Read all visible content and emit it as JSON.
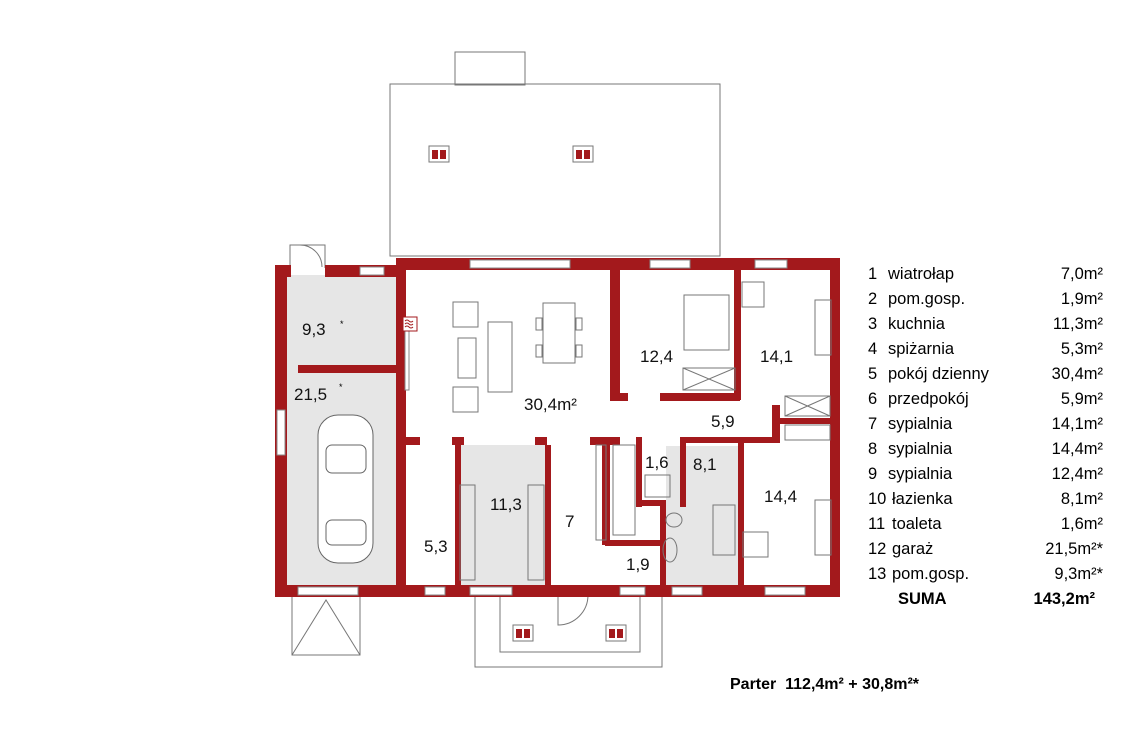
{
  "plan": {
    "rooms": {
      "pom_gosp_garage": "9,3",
      "garage": "21,5",
      "living": "30,4m²",
      "bedroom_12": "12,4",
      "bedroom_14_1": "14,1",
      "hall": "5,9",
      "toilet": "1,6",
      "bath": "8,1",
      "bedroom_14_4": "14,4",
      "pantry": "5,3",
      "kitchen": "11,3",
      "vestibule": "7",
      "utility": "1,9"
    },
    "unheated_mark": "*"
  },
  "legend": {
    "items": [
      {
        "num": "1",
        "name": "wiatrołap",
        "area": "7,0m²"
      },
      {
        "num": "2",
        "name": "pom.gosp.",
        "area": "1,9m²"
      },
      {
        "num": "3",
        "name": "kuchnia",
        "area": "11,3m²"
      },
      {
        "num": "4",
        "name": "spiżarnia",
        "area": "5,3m²"
      },
      {
        "num": "5",
        "name": "pokój dzienny",
        "area": "30,4m²"
      },
      {
        "num": "6",
        "name": "przedpokój",
        "area": "5,9m²"
      },
      {
        "num": "7",
        "name": "sypialnia",
        "area": "14,1m²"
      },
      {
        "num": "8",
        "name": "sypialnia",
        "area": "14,4m²"
      },
      {
        "num": "9",
        "name": "sypialnia",
        "area": "12,4m²"
      },
      {
        "num": "10",
        "name": "łazienka",
        "area": "8,1m²"
      },
      {
        "num": "11",
        "name": "toaleta",
        "area": "1,6m²"
      },
      {
        "num": "12",
        "name": "garaż",
        "area": "21,5m²*"
      },
      {
        "num": "13",
        "name": "pom.gosp.",
        "area": "9,3m²*"
      }
    ],
    "total_label": "SUMA",
    "total_value": "143,2m²"
  },
  "caption": "Parter  112,4m² + 30,8m²*",
  "colors": {
    "wall": "#a3191c",
    "floor": "#e6e6e6"
  }
}
